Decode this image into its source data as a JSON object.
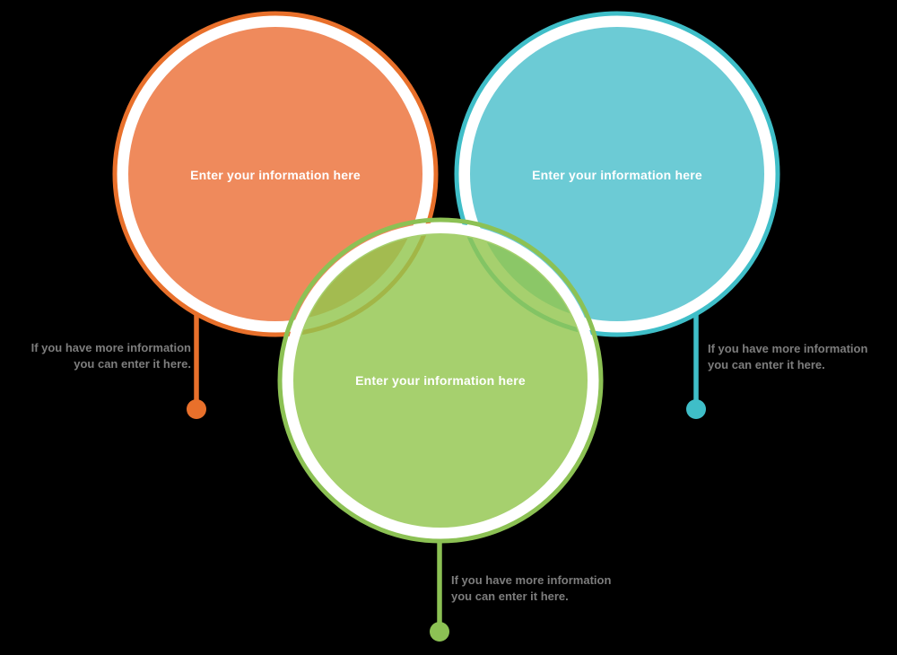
{
  "theme": {
    "background": "#000000",
    "ring_color": "#FFFFFF",
    "inner_disc_color": "#FFFFFF",
    "label_color": "#FFFFFF",
    "note_color": "#7D7D7D"
  },
  "circles": [
    {
      "name": "orange",
      "stroke_color": "#E8702B",
      "fill_color": "#EB7038",
      "label": "Enter your information here",
      "note_line1": "If you have more information",
      "note_line2": "you can enter it here."
    },
    {
      "name": "blue",
      "stroke_color": "#3FBEC8",
      "fill_color": "#4CC0CC",
      "label": "Enter your information here",
      "note_line1": "If you have more information",
      "note_line2": "you can enter it here."
    },
    {
      "name": "green",
      "stroke_color": "#8CC154",
      "fill_color": "#93C64E",
      "label": "Enter your information here",
      "note_line1": "If you have more information",
      "note_line2": "you can enter it here."
    }
  ]
}
